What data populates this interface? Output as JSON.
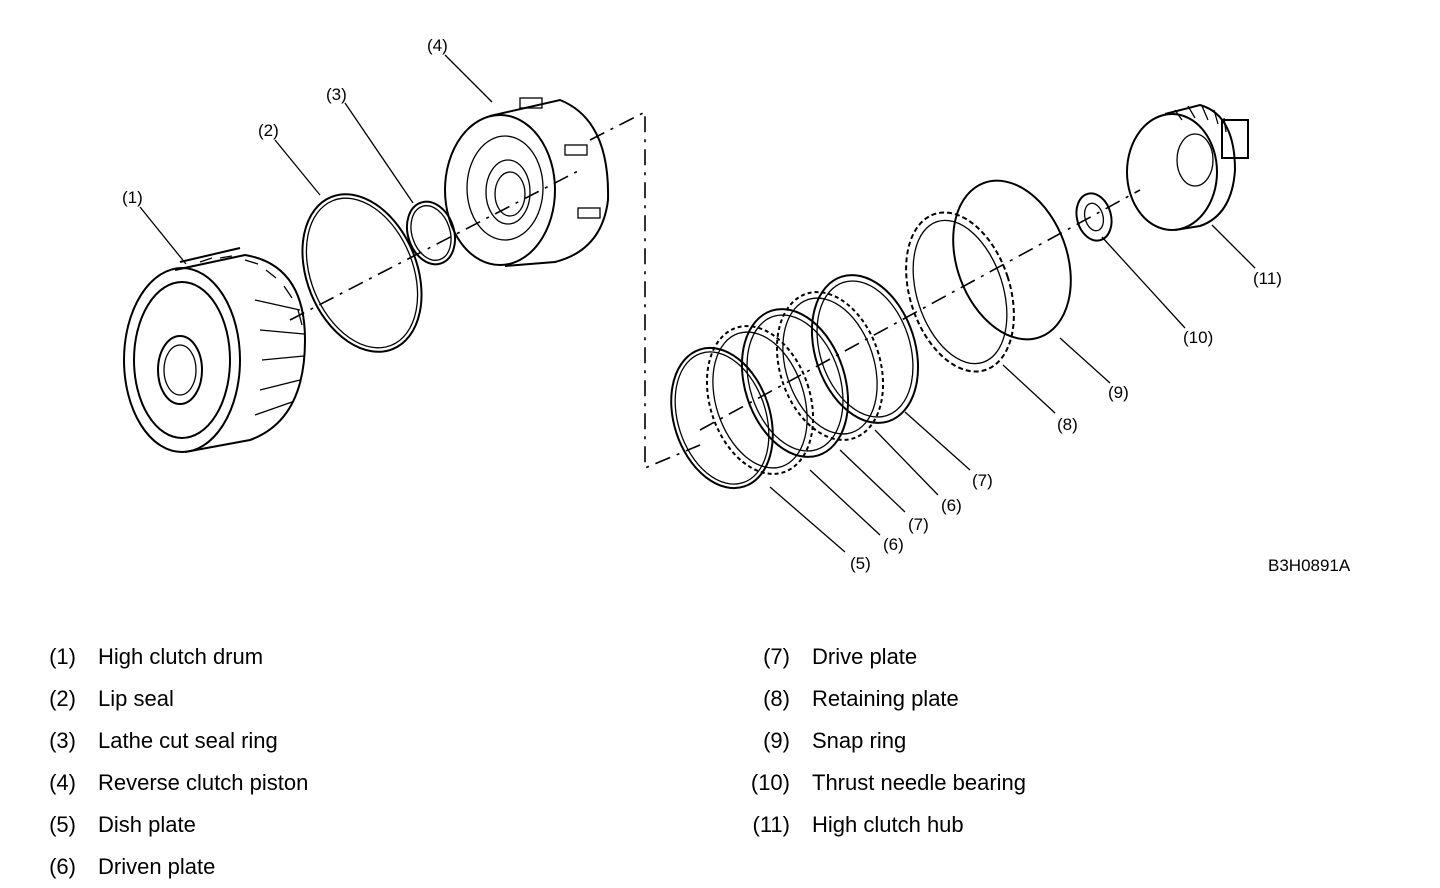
{
  "callouts": {
    "c1": "(1)",
    "c2": "(2)",
    "c3": "(3)",
    "c4": "(4)",
    "c5": "(5)",
    "c6a": "(6)",
    "c6b": "(6)",
    "c7a": "(7)",
    "c7b": "(7)",
    "c8": "(8)",
    "c9": "(9)",
    "c10": "(10)",
    "c11": "(11)"
  },
  "figure_code": "B3H0891A",
  "legend_left": [
    {
      "num": "(1)",
      "label": "High clutch drum"
    },
    {
      "num": "(2)",
      "label": "Lip seal"
    },
    {
      "num": "(3)",
      "label": "Lathe cut seal ring"
    },
    {
      "num": "(4)",
      "label": "Reverse clutch piston"
    },
    {
      "num": "(5)",
      "label": "Dish plate"
    },
    {
      "num": "(6)",
      "label": "Driven plate"
    }
  ],
  "legend_right": [
    {
      "num": "(7)",
      "label": "Drive plate"
    },
    {
      "num": "(8)",
      "label": "Retaining plate"
    },
    {
      "num": "(9)",
      "label": "Snap ring"
    },
    {
      "num": "(10)",
      "label": "Thrust needle bearing"
    },
    {
      "num": "(11)",
      "label": "High clutch hub"
    }
  ]
}
